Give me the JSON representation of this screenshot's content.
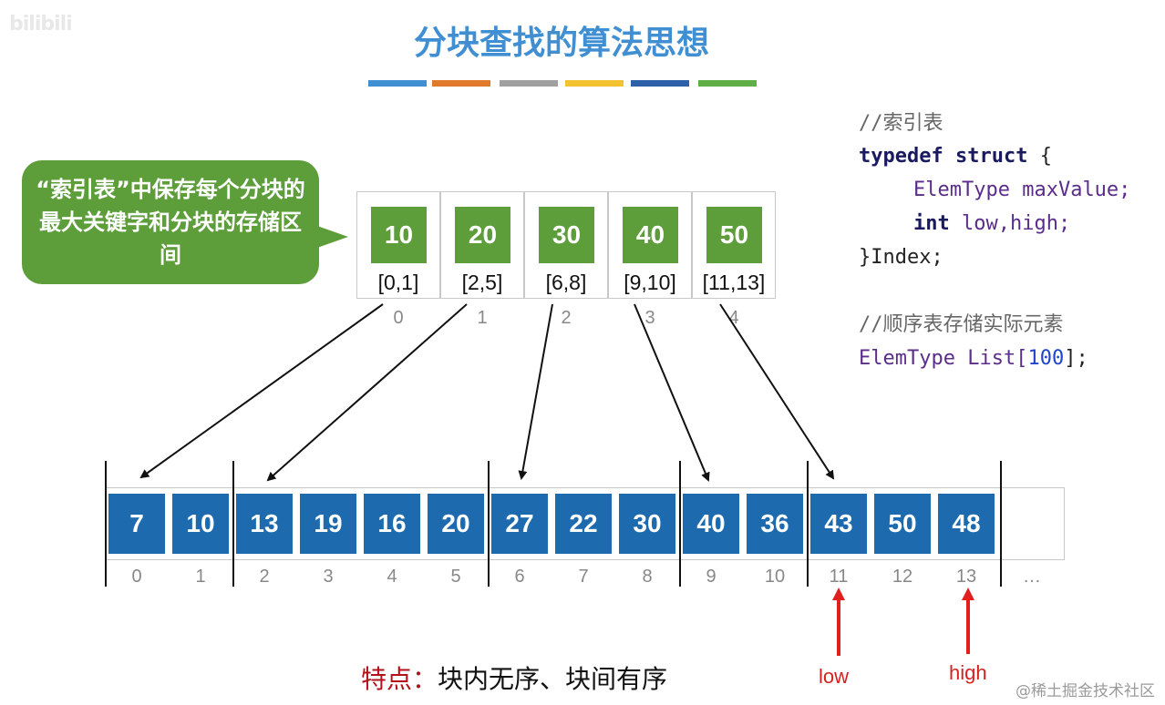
{
  "title": "分块查找的算法思想",
  "logo_text": "bilibili",
  "deco_colors": [
    "#3f8fd2",
    "#e27a2e",
    "#a0a0a0",
    "#f2c230",
    "#2d60a8",
    "#5fae46"
  ],
  "callout": "“索引表”中保存每个分块的最大关键字和分块的存储区间",
  "index_table": {
    "max_values": [
      "10",
      "20",
      "30",
      "40",
      "50"
    ],
    "ranges": [
      "[0,1]",
      "[2,5]",
      "[6,8]",
      "[9,10]",
      "[11,13]"
    ],
    "indices": [
      "0",
      "1",
      "2",
      "3",
      "4"
    ]
  },
  "code": {
    "comment1": "//索引表",
    "typedef_kw": "typedef",
    "struct_kw": "struct",
    "brace_open": " {",
    "elemtype": "ElemType",
    "field1": " maxValue;",
    "int_kw": "int",
    "field2": " low,high;",
    "close": "}Index;",
    "comment2": "//顺序表存储实际元素",
    "list_type": "ElemType",
    "list_name": " List[",
    "list_size": "100",
    "list_end": "];"
  },
  "list": {
    "values": [
      "7",
      "10",
      "13",
      "19",
      "16",
      "20",
      "27",
      "22",
      "30",
      "40",
      "36",
      "43",
      "50",
      "48"
    ],
    "indices": [
      "0",
      "1",
      "2",
      "3",
      "4",
      "5",
      "6",
      "7",
      "8",
      "9",
      "10",
      "11",
      "12",
      "13"
    ],
    "ellipsis": "…"
  },
  "feature": {
    "label": "特点：",
    "text": "块内无序、块间有序"
  },
  "pointers": {
    "low": "low",
    "high": "high",
    "low_index": 11,
    "high_index": 13
  },
  "watermark": "@稀土掘金技术社区"
}
